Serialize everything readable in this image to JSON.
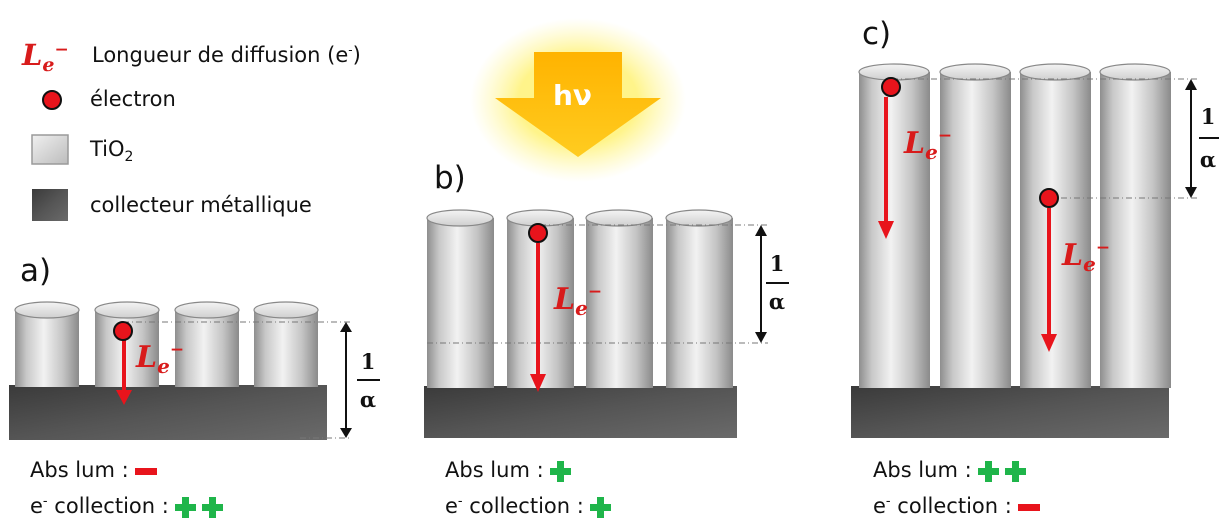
{
  "legend": {
    "le_symbol": "L",
    "le_sub": "e",
    "le_sup": "−",
    "le_label": "Longueur de diffusion (e",
    "le_label_sup": "-",
    "le_label_end": ")",
    "electron": "électron",
    "tio2": "TiO",
    "tio2_sub": "2",
    "collector": "collecteur métallique"
  },
  "light": {
    "label": "hν"
  },
  "diffusion": {
    "symbol": "L",
    "sub": "e",
    "sup": "−"
  },
  "depth": {
    "numerator": "1",
    "denominator": "α"
  },
  "panels": [
    {
      "letter": "a)",
      "abs_label": "Abs lum :",
      "abs_signs": [
        "minus"
      ],
      "col_prefix": "e",
      "col_sup": "-",
      "col_label": " collection :",
      "col_signs": [
        "plus",
        "plus"
      ]
    },
    {
      "letter": "b)",
      "abs_label": "Abs lum :",
      "abs_signs": [
        "plus"
      ],
      "col_prefix": "e",
      "col_sup": "-",
      "col_label": " collection :",
      "col_signs": [
        "plus"
      ]
    },
    {
      "letter": "c)",
      "abs_label": "Abs lum :",
      "abs_signs": [
        "plus",
        "plus"
      ],
      "col_prefix": "e",
      "col_sup": "-",
      "col_label": " collection :",
      "col_signs": [
        "minus"
      ]
    }
  ],
  "colors": {
    "electron": "#e8141c",
    "arrow": "#e8141c",
    "plus": "#1fb54a",
    "minus": "#e8141c",
    "light": "#ffc000",
    "collector": "#4a4a4a",
    "tube": "#d4d4d4"
  }
}
